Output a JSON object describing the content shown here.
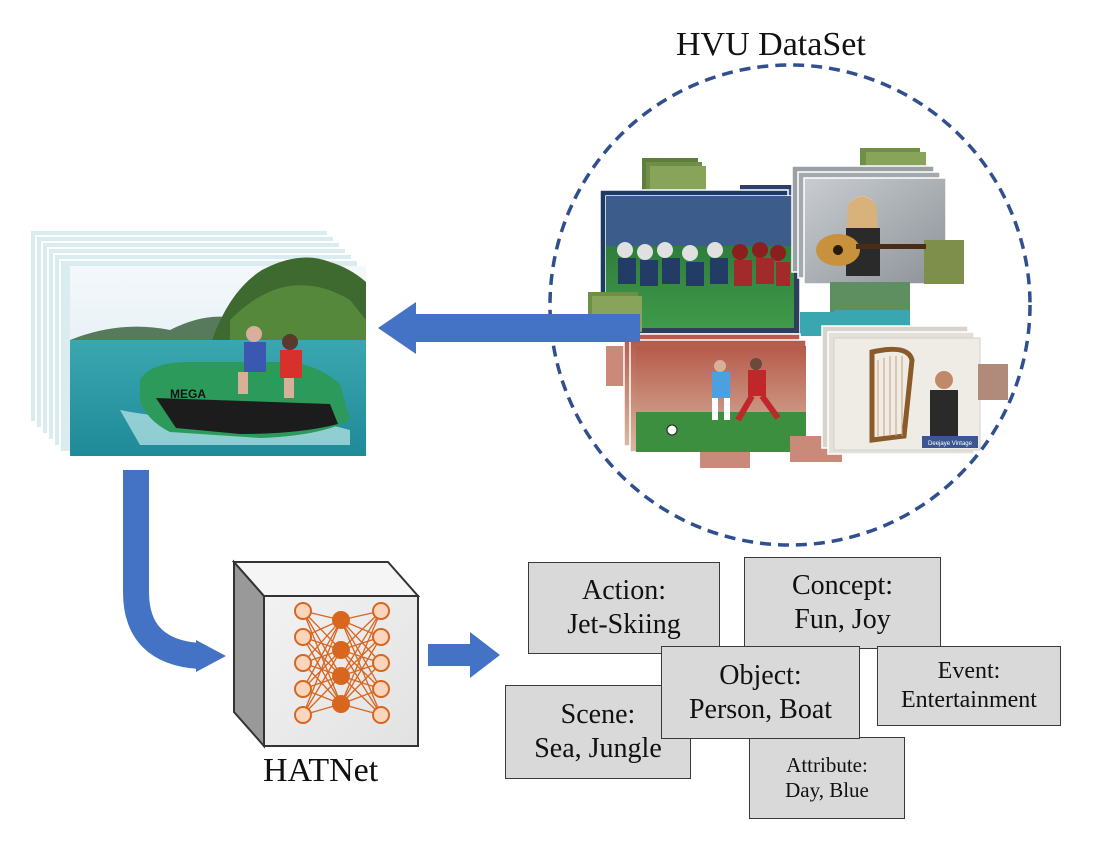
{
  "dataset_title": "HVU DataSet",
  "model_name": "HATNet",
  "tags": {
    "action": {
      "category": "Action:",
      "values": "Jet-Skiing"
    },
    "concept": {
      "category": "Concept:",
      "values": "Fun, Joy"
    },
    "object": {
      "category": "Object:",
      "values": "Person, Boat"
    },
    "event": {
      "category": "Event:",
      "values": "Entertainment"
    },
    "scene": {
      "category": "Scene:",
      "values": "Sea, Jungle"
    },
    "attribute": {
      "category": "Attribute:",
      "values": "Day, Blue"
    }
  },
  "thumbnail_watermark": "Deejaye Vintage",
  "jetski_hull_text": "MEGA",
  "colors": {
    "arrow": "#4472c4",
    "circle": "#2f4f8f",
    "neuron": "#d9661f",
    "box_fill": "#d9d9d9"
  }
}
